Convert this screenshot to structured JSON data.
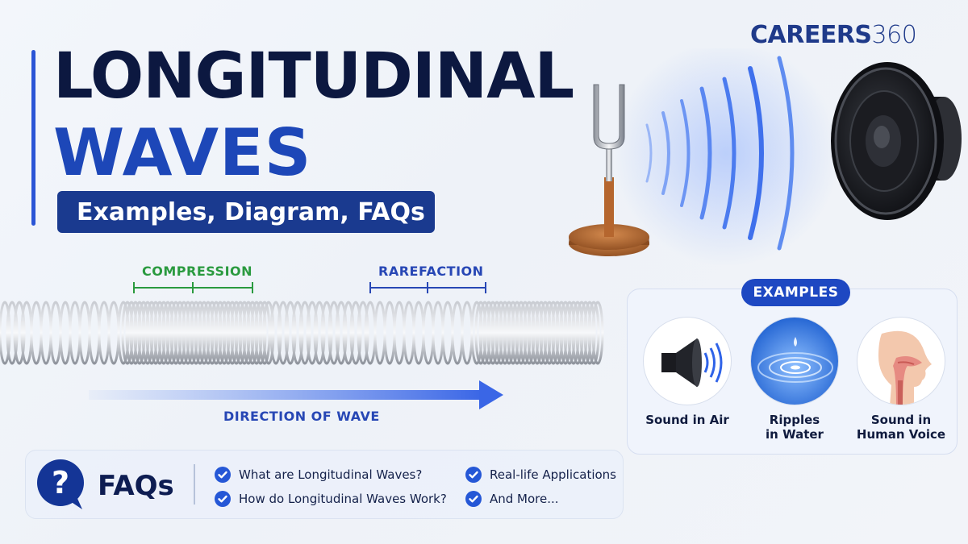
{
  "brand": {
    "name_bold": "CAREERS",
    "name_light": "360"
  },
  "title": {
    "line1": "LONGITUDINAL",
    "line2": "WAVES",
    "subtitle": "Examples, Diagram, FAQs"
  },
  "diagram": {
    "compression_label": "COMPRESSION",
    "rarefaction_label": "RAREFACTION",
    "direction_label": "DIRECTION OF WAVE"
  },
  "examples": {
    "heading": "EXAMPLES",
    "items": [
      {
        "label_line1": "Sound in Air",
        "label_line2": "",
        "icon": "speaker-icon"
      },
      {
        "label_line1": "Ripples",
        "label_line2": "in Water",
        "icon": "water-ripple-icon"
      },
      {
        "label_line1": "Sound in",
        "label_line2": "Human Voice",
        "icon": "human-throat-icon"
      }
    ]
  },
  "faqs": {
    "heading": "FAQs",
    "items": [
      "What are Longitudinal Waves?",
      "How do Longitudinal Waves Work?",
      "Real-life Applications",
      "And More..."
    ]
  },
  "colors": {
    "navy": "#0c1840",
    "royal_blue": "#1d47b8",
    "pill_blue": "#1a3a8f",
    "compression_green": "#2a9a3f",
    "accent_blue": "#2747b5"
  }
}
